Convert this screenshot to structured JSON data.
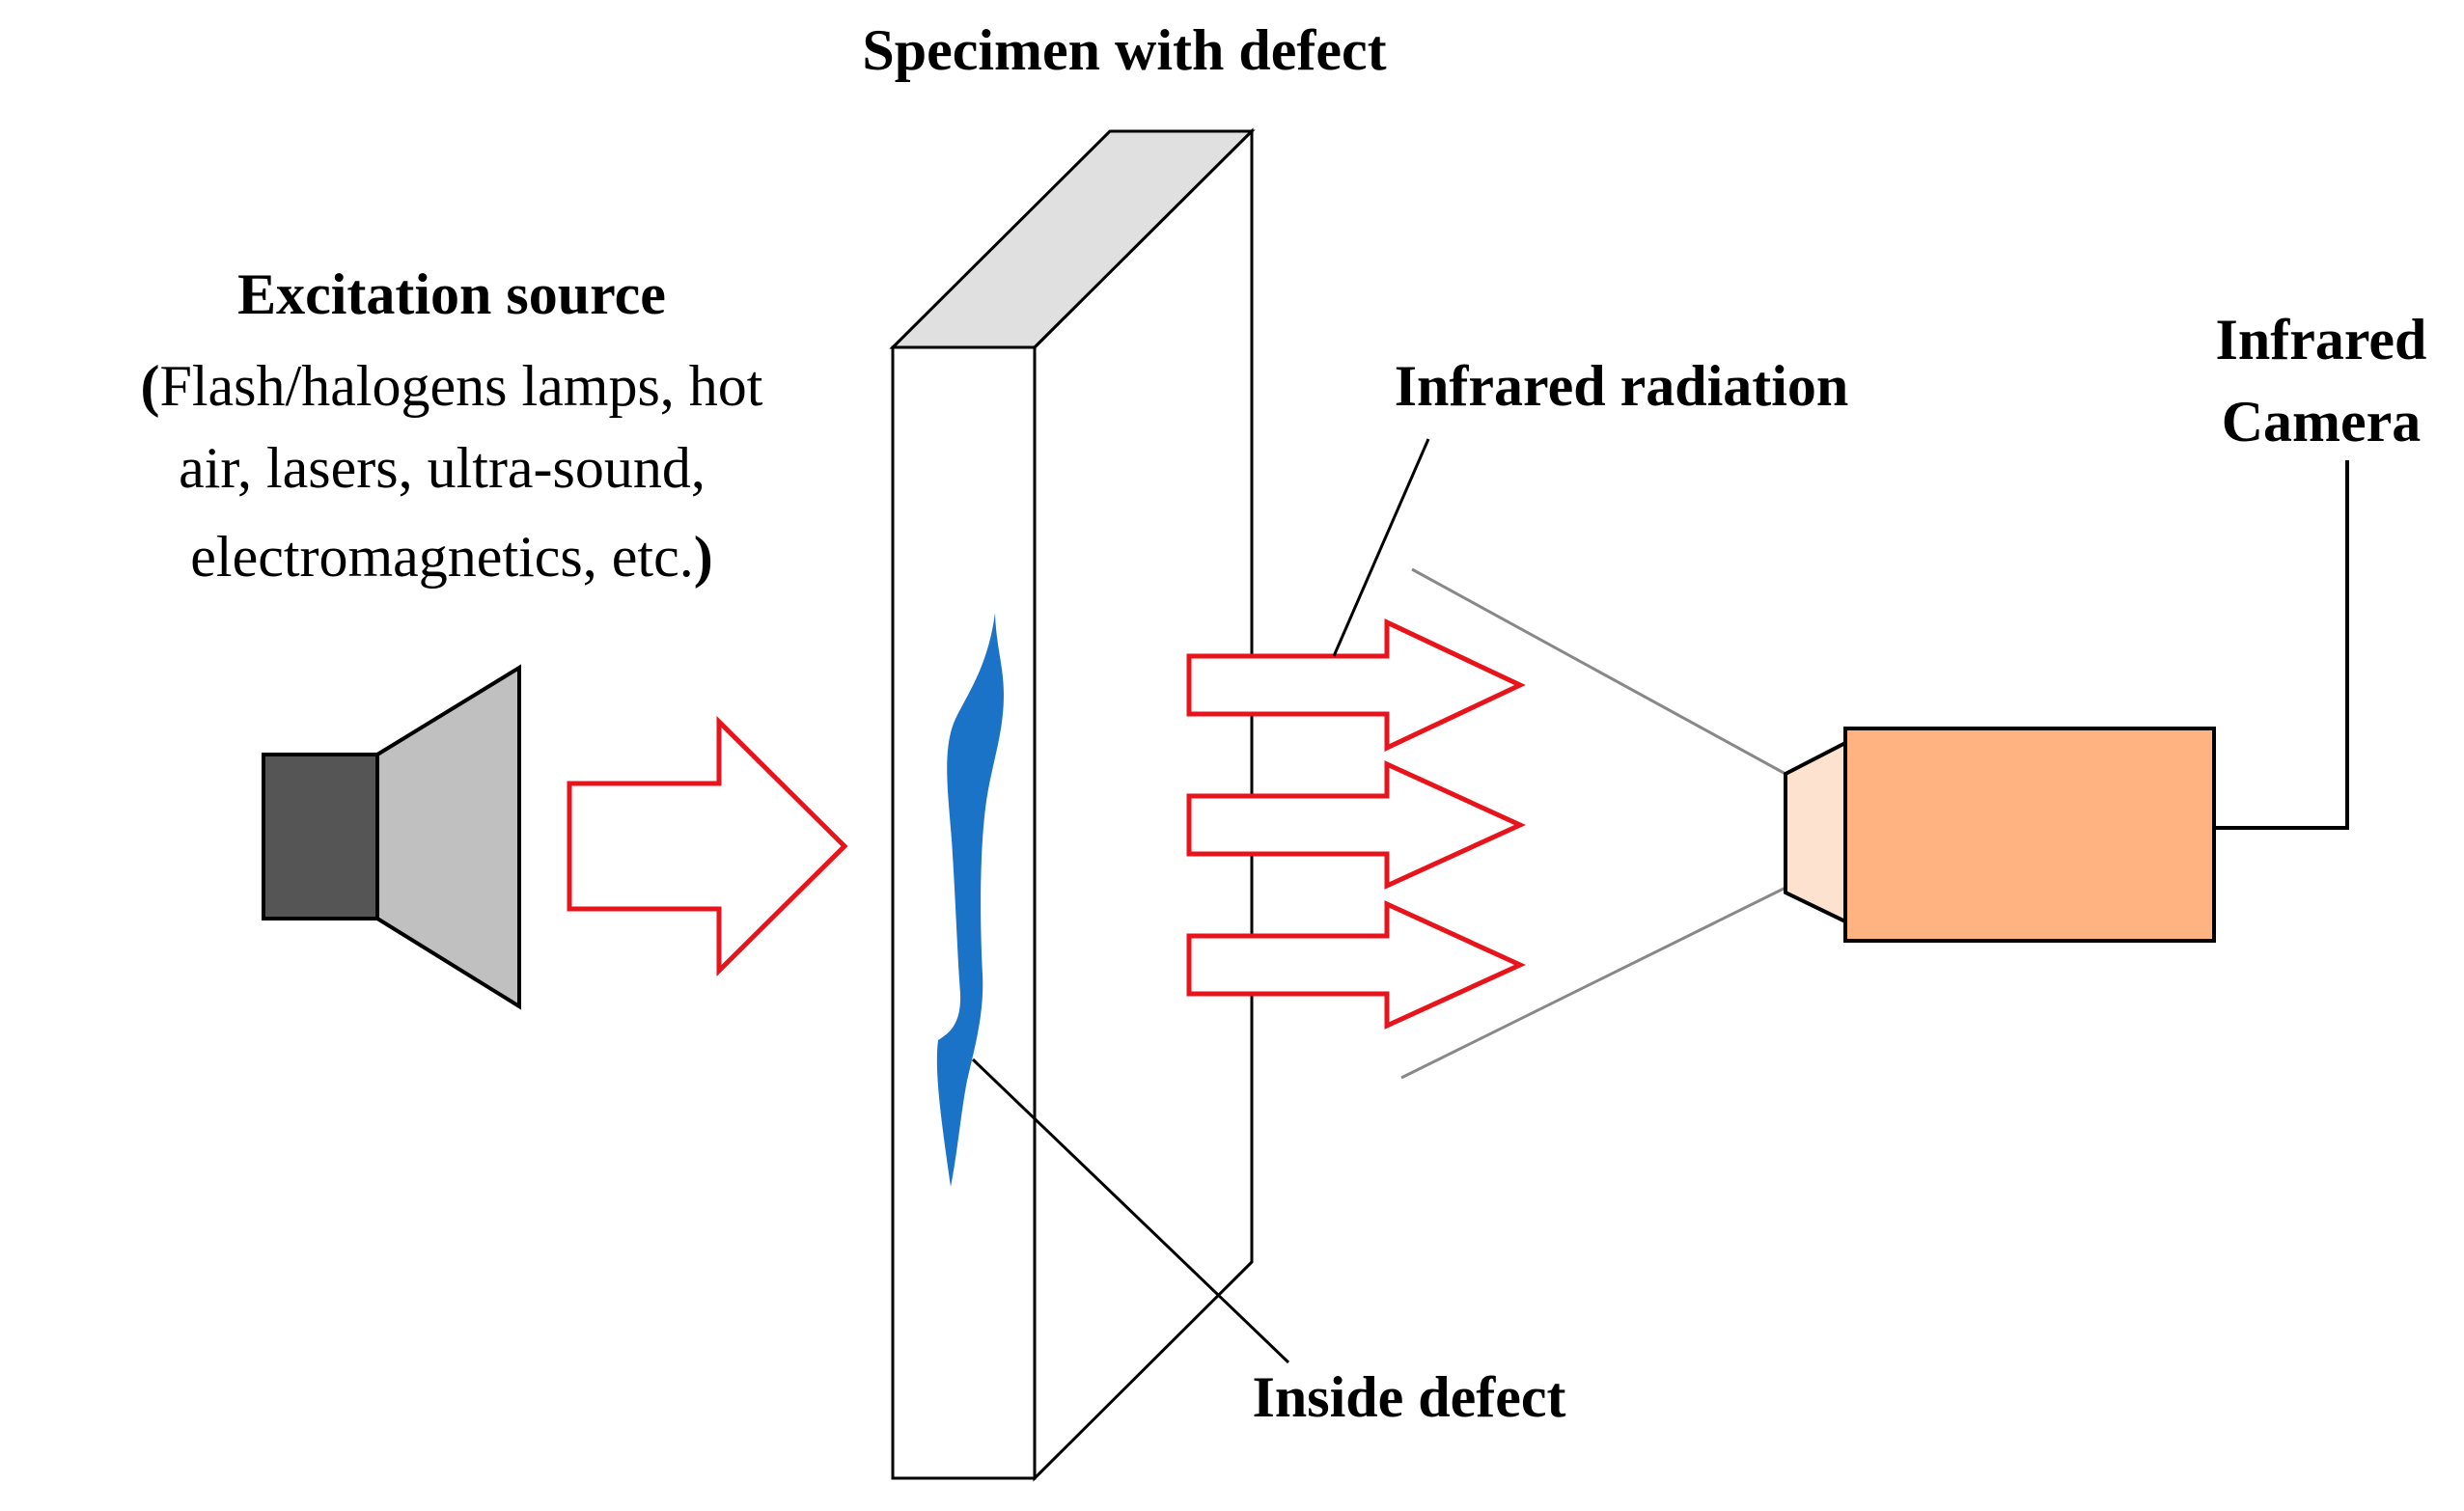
{
  "labels": {
    "specimen": "Specimen with defect",
    "excitation_title": "Excitation source",
    "excitation_line1_paren": "(",
    "excitation_line1": "Flash/halogens lamps, hot",
    "excitation_line2": "air, lasers, ultra-sound,",
    "excitation_line3": "electromagnetics, etc.",
    "excitation_line3_paren": ")",
    "infrared_radiation": "Infrared radiation",
    "camera_line1": "Infrared",
    "camera_line2": "Camera",
    "inside_defect": "Inside defect"
  },
  "colors": {
    "arrow_outline": "#e8141b",
    "speaker_body": "#555555",
    "speaker_cone": "#c0c0c0",
    "specimen_top": "#e0e0e0",
    "defect": "#1b73c7",
    "camera_body": "#ffb381",
    "camera_lens": "#fde2cf"
  },
  "icons": {
    "source": "speaker-icon",
    "camera": "camera-icon"
  }
}
